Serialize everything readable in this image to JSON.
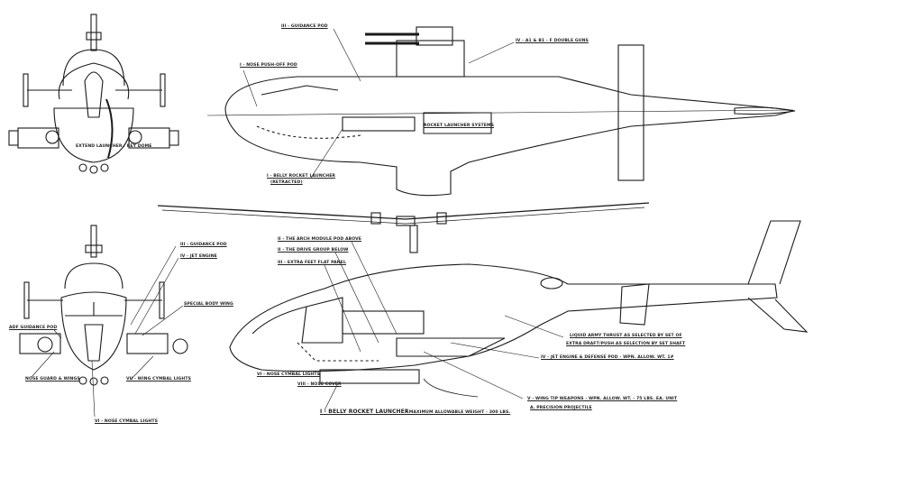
{
  "labels": {
    "top_guidance_pod": "III - GUIDANCE POD",
    "top_nose_pod": "I - NOSE PUSH-OFF POD",
    "top_guns": "IV - A1 & B1 - F DOUBLE GUNS",
    "top_rocket_systems": "ROCKET LAUNCHER SYSTEMS",
    "top_belly_launcher": "I - BELLY ROCKET LAUNCHER",
    "top_belly_launcher_sub": "(RETRACTED)",
    "front_top_note": "EXTEND LAUNCHER / KEY DOME",
    "front_guidance_pod": "III - GUIDANCE POD",
    "front_jet_engine": "IV - JET ENGINE",
    "front_body_wing": "SPECIAL BODY WING",
    "front_adf_pod": "ADF GUIDANCE POD",
    "front_nose_guard": "NOSE GUARD & WINGS",
    "front_wing_lights": "VII - WING CYMBAL LIGHTS",
    "front_nose_lights": "VI - NOSE CYMBAL LIGHTS",
    "side_arch_module": "II - THE ARCH MODULE POD ABOVE",
    "side_drive_group": "II - THE DRIVE GROUP BELOW",
    "side_extra_panel": "III - EXTRA FEET FLAT PANEL",
    "side_liquid_thrust": "LIQUID ARMY THRUST AS SELECTED BY SET OF",
    "side_extra_draft": "EXTRA DRAFT/PUSH AS SELECTION BY SET SHAFT",
    "side_jet_engine": "IV - JET ENGINE & DEFENSE POD - WPN. ALLOW. WT. 1#",
    "side_wing_tip": "V - WING TIP WEAPONS - WPN. ALLOW. WT. - 75 LBS. EA. UNIT",
    "side_precision": "A. PRECISION PROJECTILE",
    "side_nose_lights": "VI - NOSE CYMBAL LIGHTS",
    "side_nose_cover": "VIII - NOSE COVER",
    "side_belly_launcher": "I - BELLY ROCKET LAUNCHER",
    "side_belly_weight": "- MAXIMUM ALLOWABLE WEIGHT - 300 LBS."
  }
}
